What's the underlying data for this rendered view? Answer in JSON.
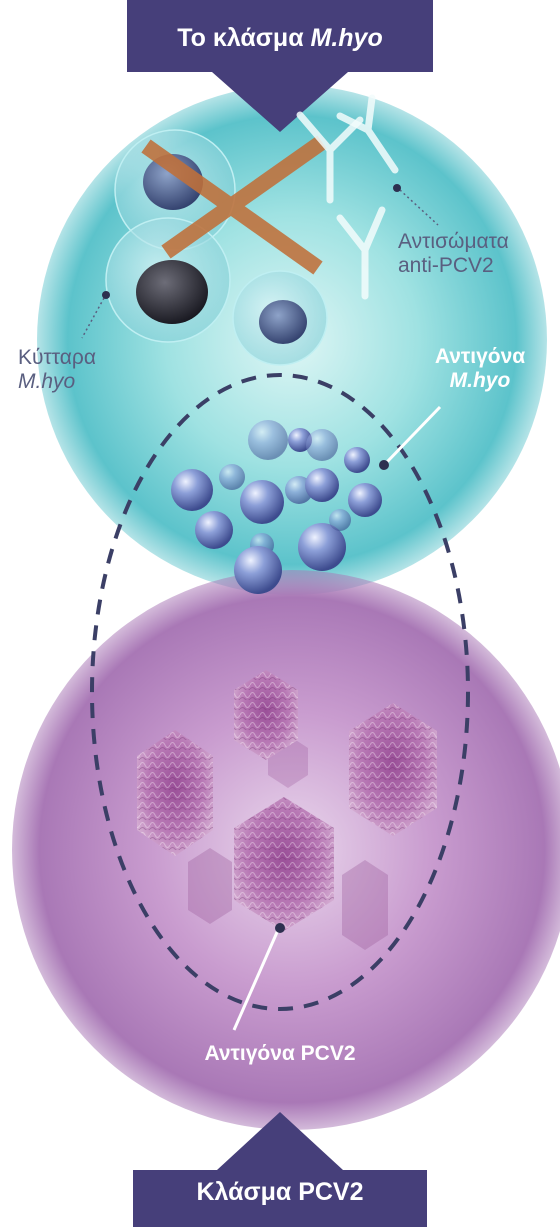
{
  "top_banner": {
    "prefix": "Το κλάσμα",
    "name": "M.hyo"
  },
  "bottom_banner": {
    "text": "Κλάσμα PCV2"
  },
  "labels": {
    "antibodies_line1": "Αντισώματα",
    "antibodies_line2": "anti-PCV2",
    "cells_line1": "Κύτταρα",
    "cells_line2": "M.hyo",
    "mhyo_antigens_line1": "Αντιγόνα",
    "mhyo_antigens_line2": "M.hyo",
    "pcv2_antigens": "Αντιγόνα PCV2"
  },
  "icons": [
    "cross-mark-icon",
    "antibody-icon",
    "cell-icon",
    "sphere-antigen-icon",
    "virus-hexagon-icon"
  ],
  "colors": {
    "banner": "#463f7a",
    "cross": "#c0703a",
    "cyan_region": "#7fd6dc",
    "purple_region": "#b57fbe",
    "dashed_ellipse": "#3b3f66"
  }
}
